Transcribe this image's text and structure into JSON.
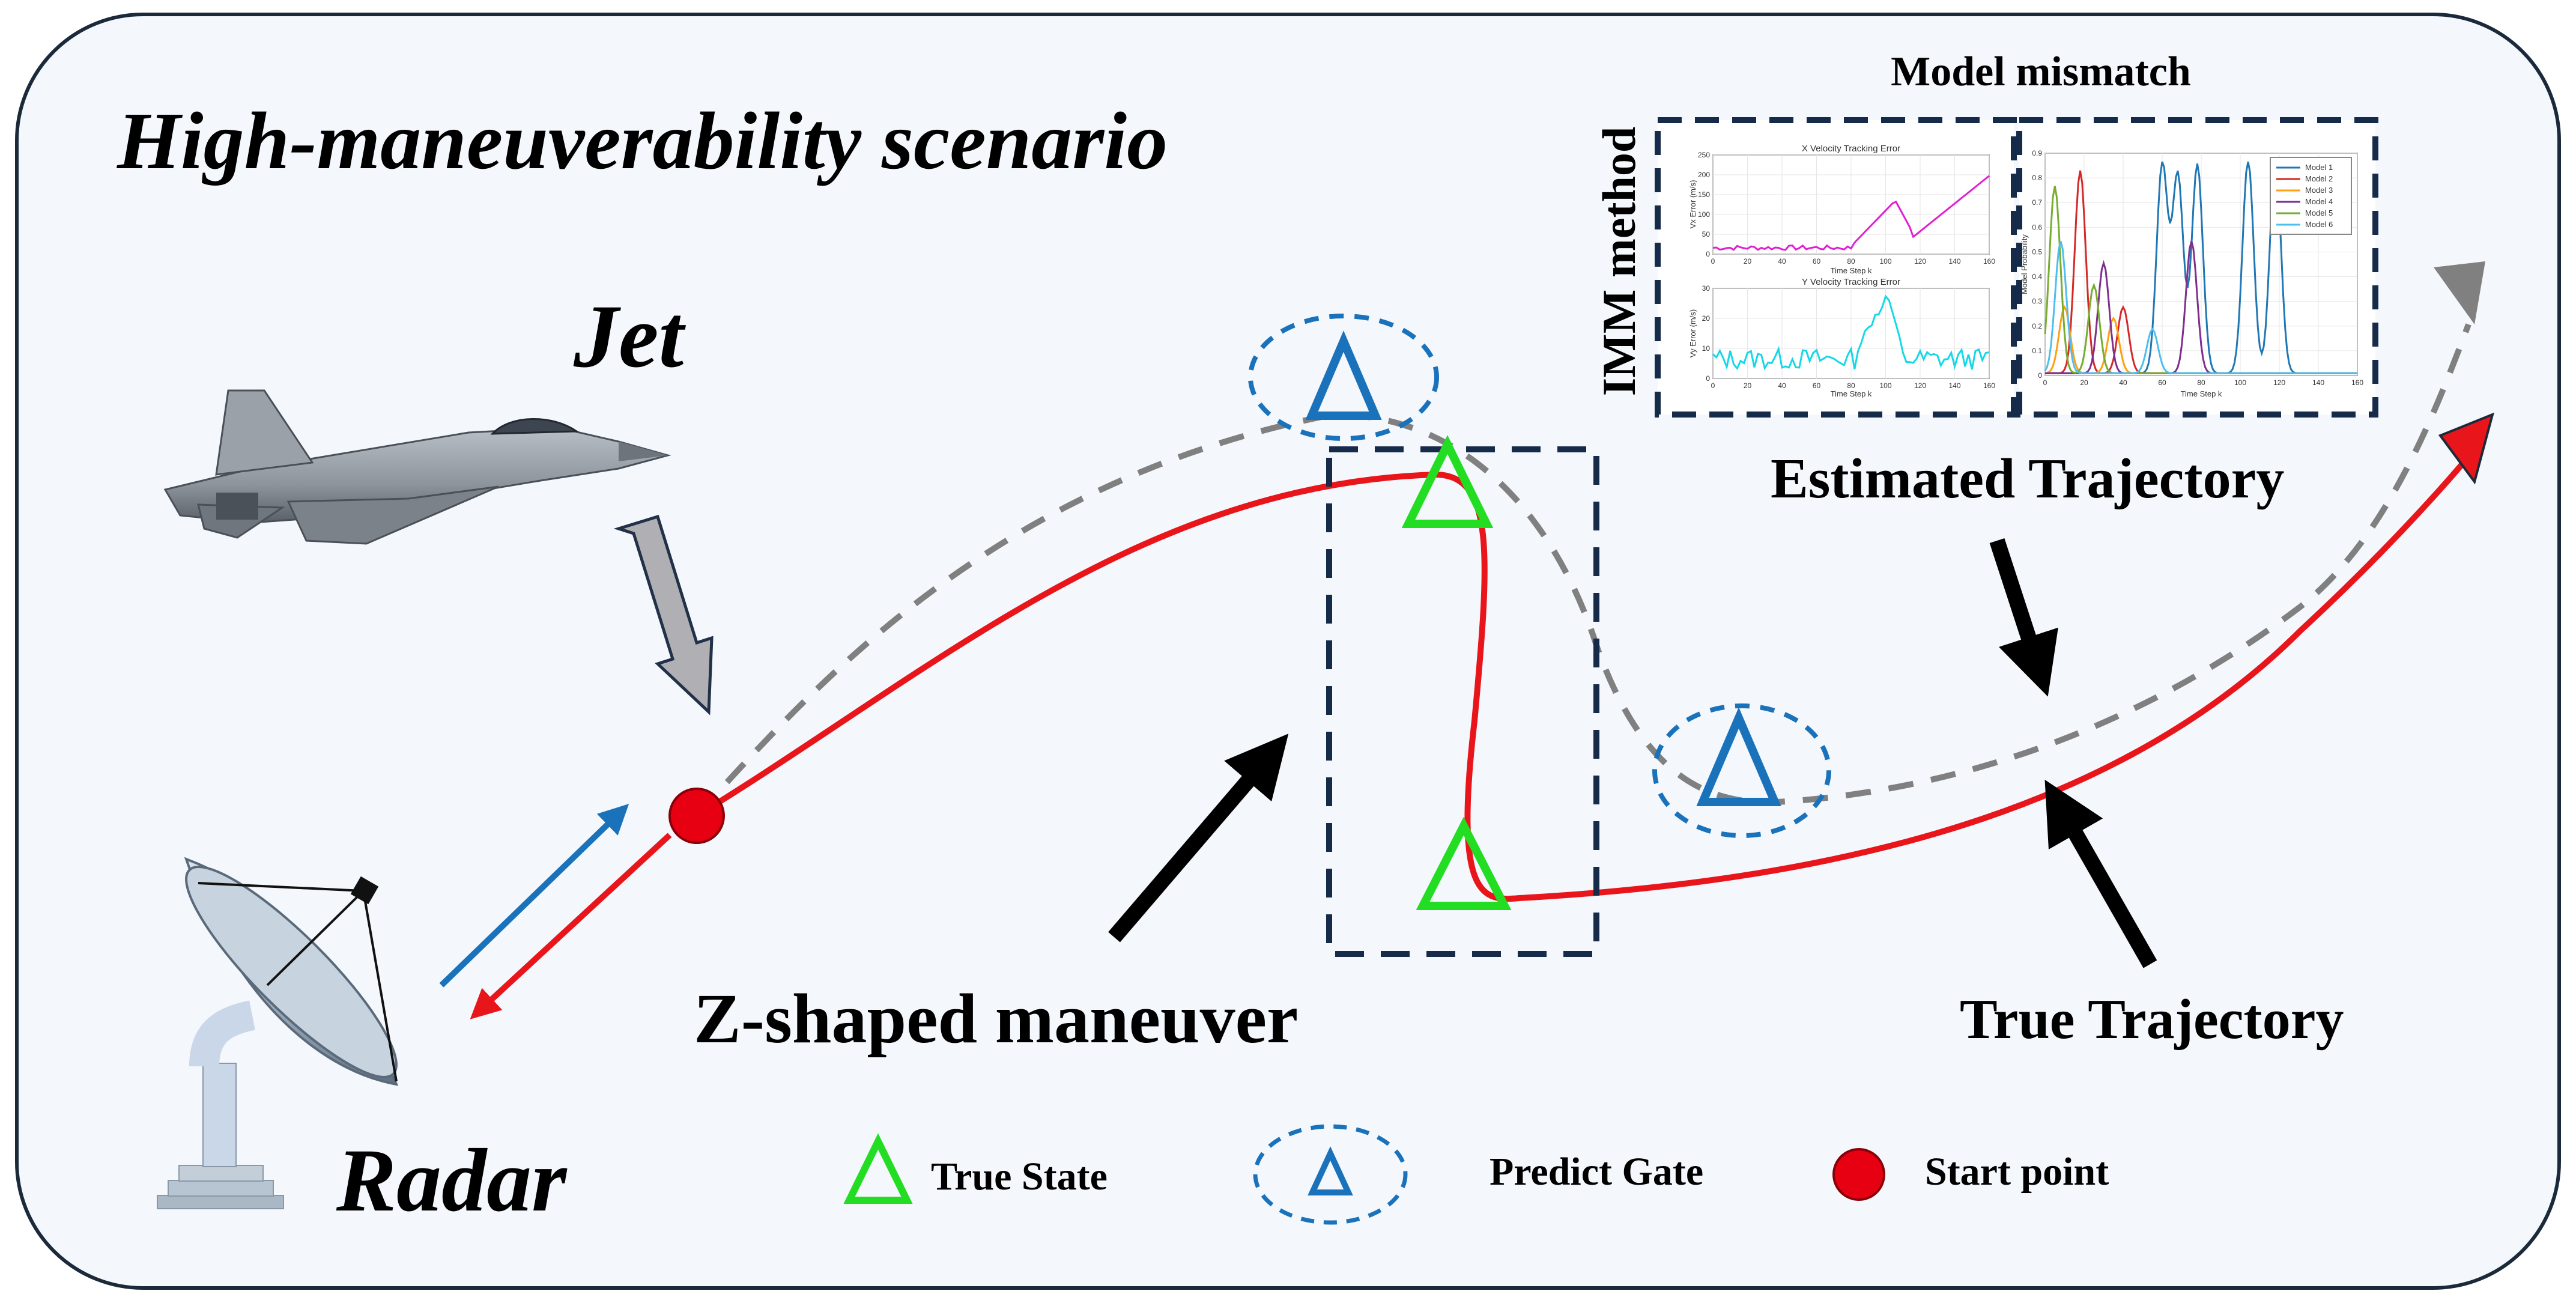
{
  "title": "High-maneuverability scenario",
  "labels": {
    "jet": "Jet",
    "radar": "Radar",
    "z_maneuver": "Z-shaped maneuver",
    "estimated_trajectory": "Estimated Trajectory",
    "true_trajectory": "True Trajectory"
  },
  "inset": {
    "title": "Model mismatch",
    "side_label": "IMM method",
    "x_velocity_plot": {
      "title": "X Velocity Tracking Error",
      "ylabel": "Vx Error (m/s)",
      "xlabel": "Time Step k",
      "yticks": [
        "0",
        "50",
        "100",
        "150",
        "200",
        "250"
      ],
      "xticks": [
        "0",
        "20",
        "40",
        "60",
        "80",
        "100",
        "120",
        "140",
        "160"
      ]
    },
    "y_velocity_plot": {
      "title": "Y Velocity Tracking Error",
      "ylabel": "Vy Error (m/s)",
      "xlabel": "Time Step k",
      "yticks": [
        "0",
        "10",
        "20",
        "30"
      ],
      "xticks": [
        "0",
        "20",
        "40",
        "60",
        "80",
        "100",
        "120",
        "140",
        "160"
      ]
    },
    "model_probability_plot": {
      "ylabel": "Model Probability",
      "xlabel": "Time Step k",
      "yticks": [
        "0",
        "0.1",
        "0.2",
        "0.3",
        "0.4",
        "0.5",
        "0.6",
        "0.7",
        "0.8",
        "0.9"
      ],
      "xticks": [
        "0",
        "20",
        "40",
        "60",
        "80",
        "100",
        "120",
        "140",
        "160"
      ],
      "legend": [
        "Model 1",
        "Model 2",
        "Model 3",
        "Model 4",
        "Model 5",
        "Model 6"
      ]
    }
  },
  "legend": {
    "true_state": "True State",
    "predict_gate": "Predict Gate",
    "start_point": "Start point"
  },
  "colors": {
    "background": "#f4f8fd",
    "frame_border": "#1b2a3a",
    "true_trajectory": "#e8161b",
    "estimated_trajectory": "#808080",
    "true_state": "#22dd22",
    "predict_gate": "#1a72bb",
    "dashed_box": "#162b4a",
    "start_point": "#e60012",
    "vx_error": "#e020d0",
    "vy_error": "#14d8e8",
    "models": [
      "#1f77b4",
      "#d62728",
      "#ff9f0e",
      "#7e2f8e",
      "#77ac30",
      "#4dbeee"
    ]
  },
  "icons": [
    "jet-icon",
    "radar-dish-icon",
    "black-arrow-icon",
    "start-point-icon",
    "true-state-icon",
    "predict-gate-icon"
  ]
}
